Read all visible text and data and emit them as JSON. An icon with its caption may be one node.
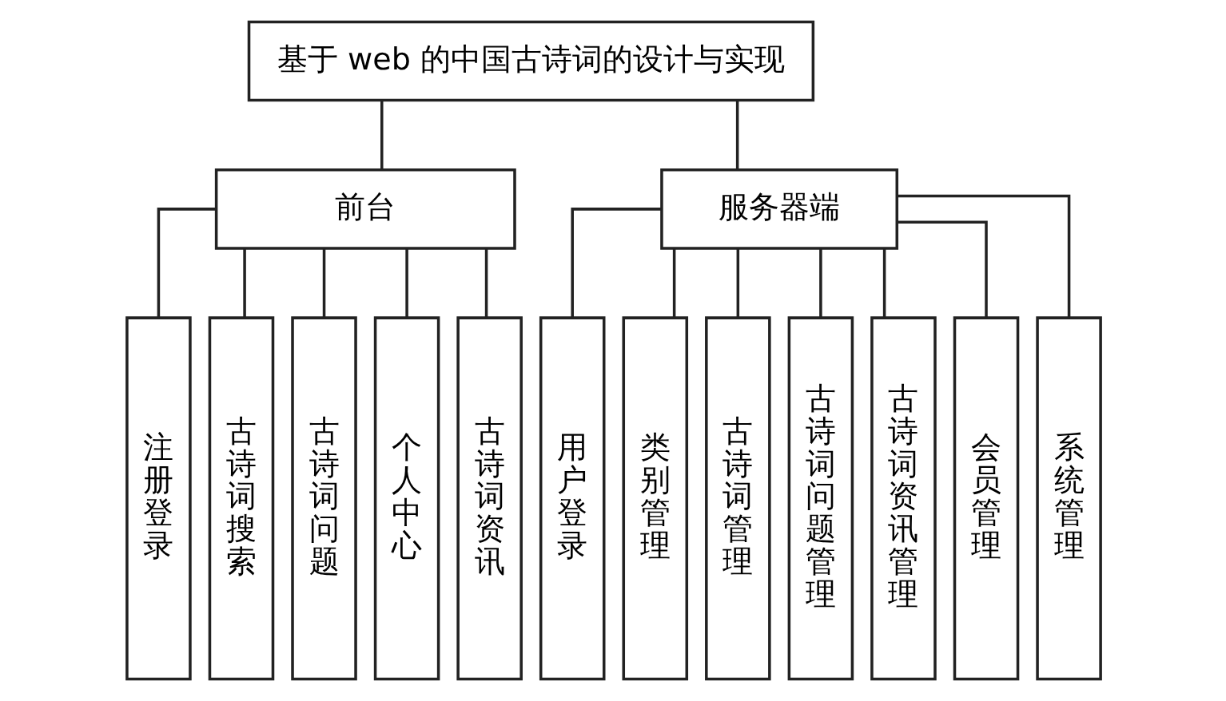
{
  "diagram": {
    "nodes": [
      {
        "text": [
          "基于 web 的中国古诗词的设计与实现"
        ]
      },
      {
        "text": [
          "前台"
        ]
      },
      {
        "text": [
          "服务器端"
        ]
      },
      {
        "text": [
          "注册登录"
        ]
      },
      {
        "text": [
          "古诗词搜索"
        ]
      },
      {
        "text": [
          "古诗词问题"
        ]
      },
      {
        "text": [
          "个人中心"
        ]
      },
      {
        "text": [
          "古诗词资讯"
        ]
      },
      {
        "text": [
          "用户登录"
        ]
      },
      {
        "text": [
          "类别管理"
        ]
      },
      {
        "text": [
          "古诗词管理"
        ]
      },
      {
        "text": [
          "古诗词问题管理"
        ]
      },
      {
        "text": [
          "古诗词资讯管理"
        ]
      },
      {
        "text": [
          "会员管理"
        ]
      },
      {
        "text": [
          "系统管理"
        ]
      }
    ],
    "edges": [
      {
        "from": 0,
        "to": 1,
        "arrow": "none"
      },
      {
        "from": 0,
        "to": 2,
        "arrow": "none"
      },
      {
        "from": 1,
        "to": 3,
        "arrow": "none"
      },
      {
        "from": 1,
        "to": 4,
        "arrow": "none"
      },
      {
        "from": 1,
        "to": 5,
        "arrow": "none"
      },
      {
        "from": 1,
        "to": 6,
        "arrow": "none"
      },
      {
        "from": 1,
        "to": 7,
        "arrow": "none"
      },
      {
        "from": 2,
        "to": 8,
        "arrow": "none"
      },
      {
        "from": 2,
        "to": 9,
        "arrow": "none"
      },
      {
        "from": 2,
        "to": 10,
        "arrow": "none"
      },
      {
        "from": 2,
        "to": 11,
        "arrow": "none"
      },
      {
        "from": 2,
        "to": 12,
        "arrow": "none"
      },
      {
        "from": 2,
        "to": 13,
        "arrow": "none"
      },
      {
        "from": 2,
        "to": 14,
        "arrow": "none"
      }
    ]
  }
}
